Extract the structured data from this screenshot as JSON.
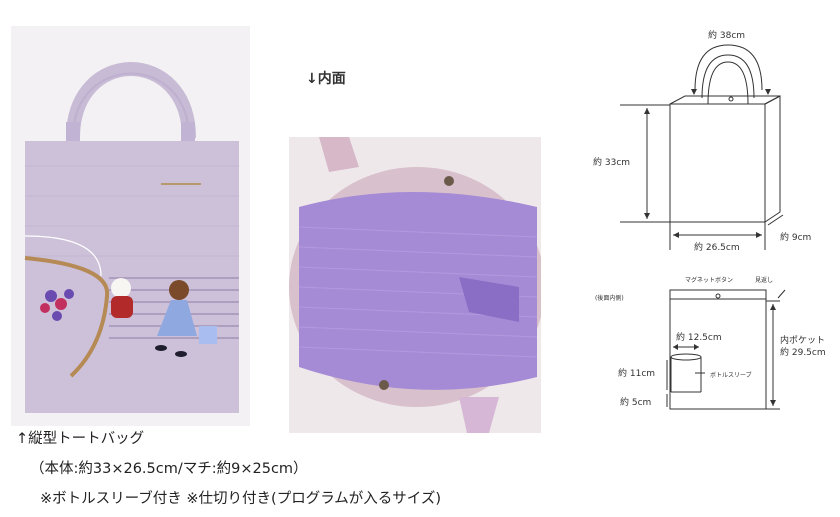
{
  "photos": {
    "front": {
      "alt": "Vertical tote bag front (lavender, girl with teddy bear appliqué)"
    },
    "inner": {
      "alt": "Inside of tote bag (purple striped lining)"
    }
  },
  "captions": {
    "inner_label": "↓内面",
    "product_name": "↑縦型トートバッグ",
    "dimensions": "（本体:約33×26.5cm/マチ:約9×25cm）",
    "features": "※ボトルスリーブ付き  ※仕切り付き(プログラムが入るサイズ)"
  },
  "diagram_top": {
    "handle": "約 38cm",
    "height": "約 33cm",
    "width": "約 26.5cm",
    "gusset": "約 9cm"
  },
  "diagram_bottom": {
    "side_label": "(後面内側)",
    "magnet_button": "マグネットボタン",
    "facing": "見返し",
    "sleeve_width": "約 12.5cm",
    "inner_pocket_label": "内ポケット",
    "inner_pocket_size": "約 29.5cm",
    "sleeve_height": "約 11cm",
    "sleeve_bottom": "約 5cm",
    "bottle_sleeve": "ボトルスリーブ"
  },
  "colors": {
    "bag_lavender": "#cbbfd9",
    "lining_purple": "#9b7fcf",
    "outer_pink": "#d8c3cf"
  }
}
